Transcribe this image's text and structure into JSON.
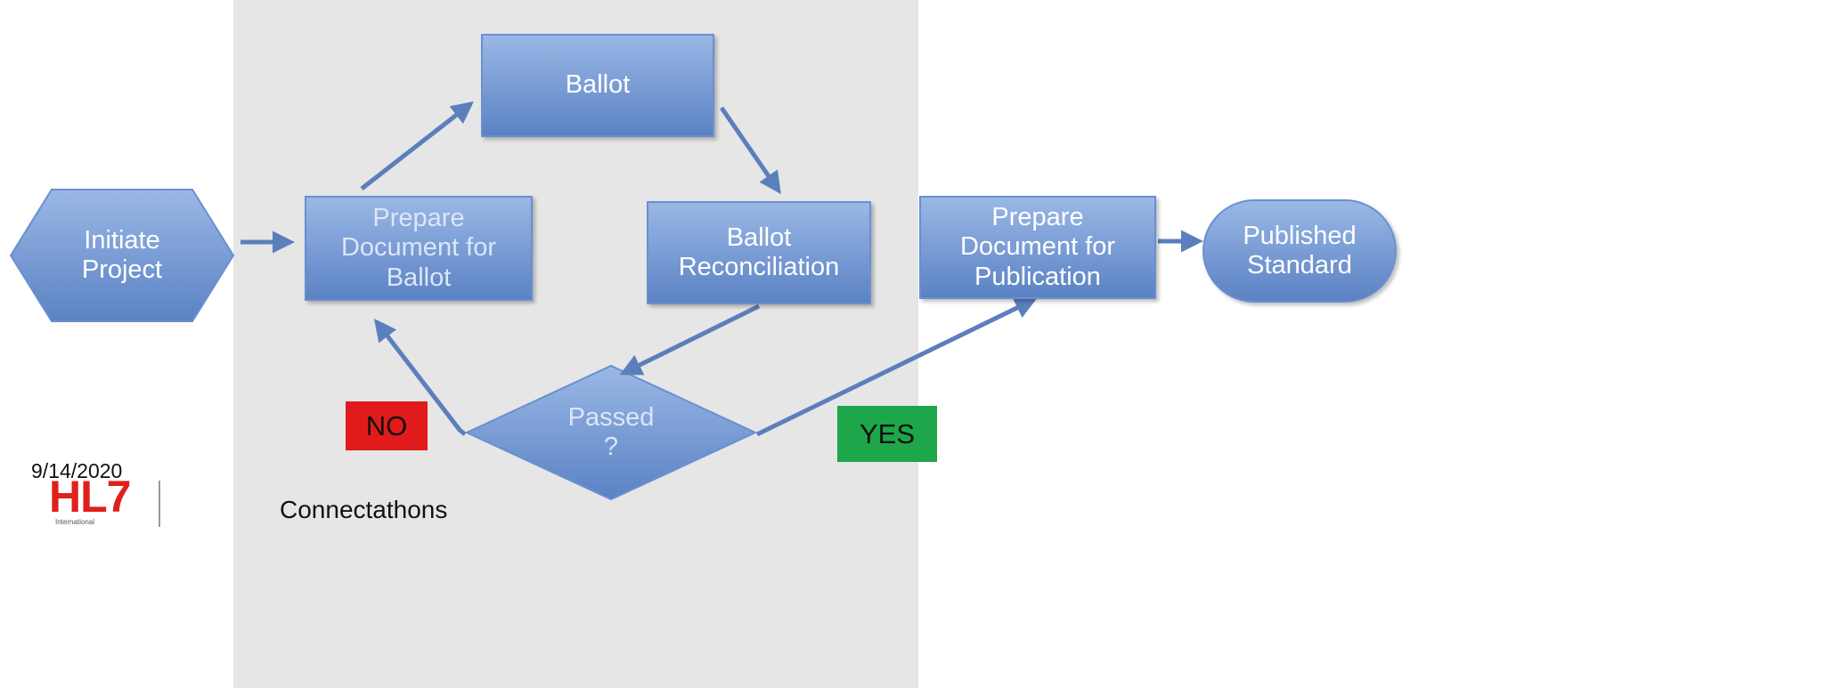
{
  "nodes": {
    "initiate": "Initiate\nProject",
    "prepare_ballot": "Prepare\nDocument for\nBallot",
    "ballot": "Ballot",
    "reconciliation": "Ballot\nReconciliation",
    "passed": "Passed\n?",
    "prepare_publication": "Prepare\nDocument for\nPublication",
    "published": "Published\nStandard"
  },
  "labels": {
    "no": "NO",
    "yes": "YES",
    "connectathons": "Connectathons"
  },
  "footer": {
    "date": "9/14/2020",
    "logo": "HL7",
    "logo_sub": "International"
  },
  "colors": {
    "box_top": "#9ab8e6",
    "box_bottom": "#5b82c4",
    "arrow": "#5b7fbd",
    "panel": "#e6e6e6",
    "no_badge": "#e11b1b",
    "yes_badge": "#1ea64a",
    "logo": "#e0201b"
  }
}
